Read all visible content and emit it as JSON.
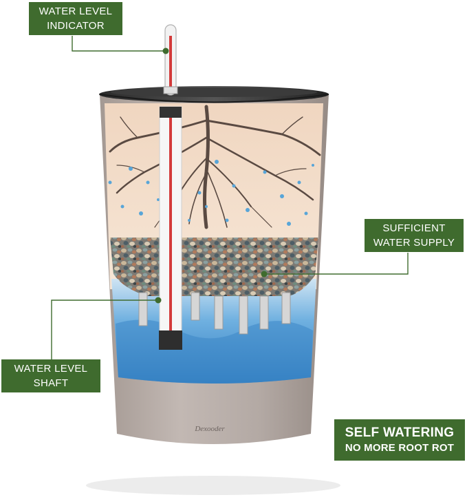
{
  "labels": {
    "water_level_indicator": [
      "WATER LEVEL",
      "INDICATOR"
    ],
    "sufficient_water_supply": [
      "SUFFICIENT",
      "WATER SUPPLY"
    ],
    "water_level_shaft": [
      "WATER LEVEL",
      "SHAFT"
    ]
  },
  "tagline": {
    "line1": "SELF WATERING",
    "line2": "NO MORE ROOT ROT"
  },
  "brand": "Dexooder",
  "colors": {
    "label_green": "#3f6b2e",
    "pot_grey": "#b5aaa5",
    "soil": "#f3ddc8",
    "water": "#5aa0d6",
    "root": "#5a4a42"
  }
}
